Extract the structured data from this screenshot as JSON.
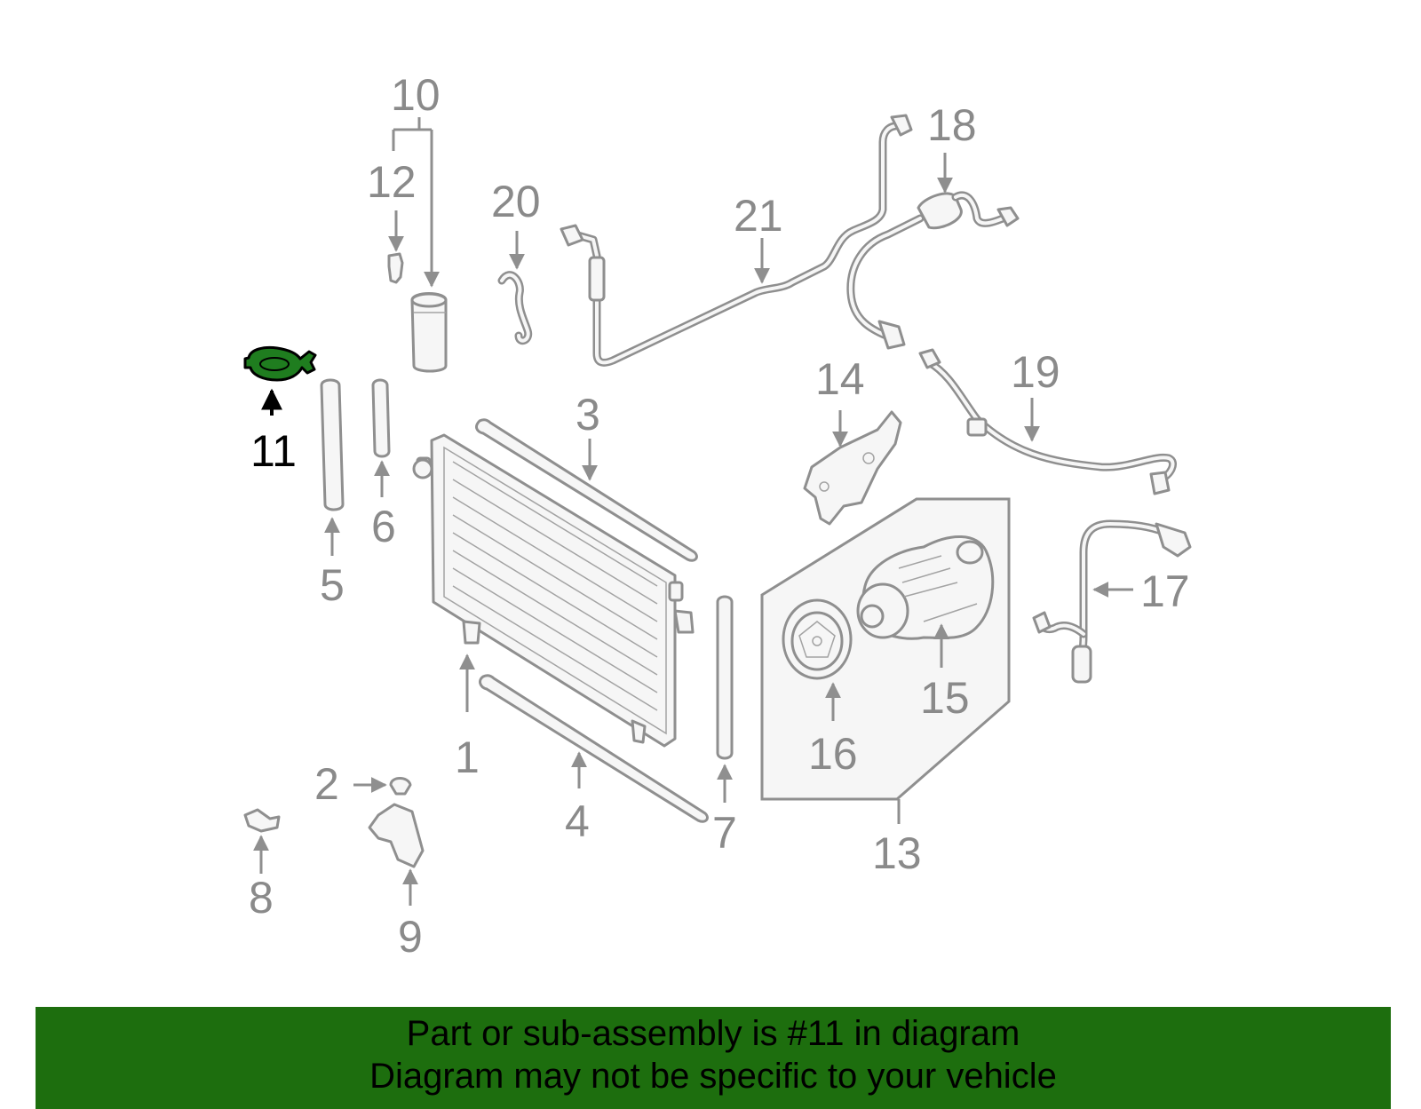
{
  "diagram": {
    "highlight_color": "#1f7d1f",
    "line_color": "#8f8f8f",
    "callouts": [
      "1",
      "2",
      "3",
      "4",
      "5",
      "6",
      "7",
      "8",
      "9",
      "10",
      "11",
      "12",
      "13",
      "14",
      "15",
      "16",
      "17",
      "18",
      "19",
      "20",
      "21"
    ],
    "highlighted_callout": "11"
  },
  "banner": {
    "color": "#1d6e0e",
    "line1": "Part or sub-assembly is #11 in diagram",
    "line2": "Diagram may not be specific to your vehicle"
  }
}
